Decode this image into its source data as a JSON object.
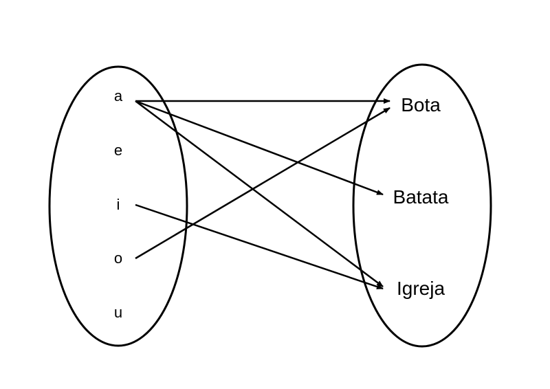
{
  "domain_set": {
    "elements": [
      "a",
      "e",
      "i",
      "o",
      "u"
    ]
  },
  "codomain_set": {
    "elements": [
      "Bota",
      "Batata",
      "Igreja"
    ]
  },
  "mappings": [
    {
      "from": "a",
      "to": "Bota"
    },
    {
      "from": "a",
      "to": "Batata"
    },
    {
      "from": "a",
      "to": "Igreja"
    },
    {
      "from": "i",
      "to": "Igreja"
    },
    {
      "from": "o",
      "to": "Bota"
    }
  ],
  "colors": {
    "stroke": "#000000",
    "background": "#ffffff"
  }
}
